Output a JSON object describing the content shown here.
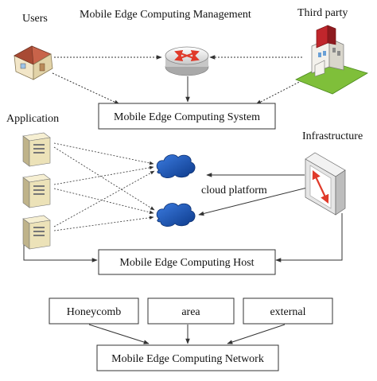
{
  "labels": {
    "users": "Users",
    "management": "Mobile Edge Computing Management",
    "third_party": "Third party",
    "application": "Application",
    "infrastructure": "Infrastructure",
    "cloud_platform": "cloud platform"
  },
  "boxes": {
    "system": "Mobile Edge Computing System",
    "host": "Mobile Edge Computing Host",
    "network": "Mobile Edge Computing Network",
    "honeycomb": "Honeycomb",
    "area": "area",
    "external": "external"
  },
  "colors": {
    "router_arrows": "#e03a2a",
    "cloud": "#1a56b8",
    "building_accent": "#c0262c",
    "grass": "#7fbf3a",
    "server_body": "#ece2b8",
    "line": "#333333"
  },
  "icons": {
    "users": "house-icon",
    "management": "router-icon",
    "third_party": "building-icon",
    "application": "server-icon",
    "infrastructure": "switch-icon",
    "cloud": "cloud-icon"
  }
}
